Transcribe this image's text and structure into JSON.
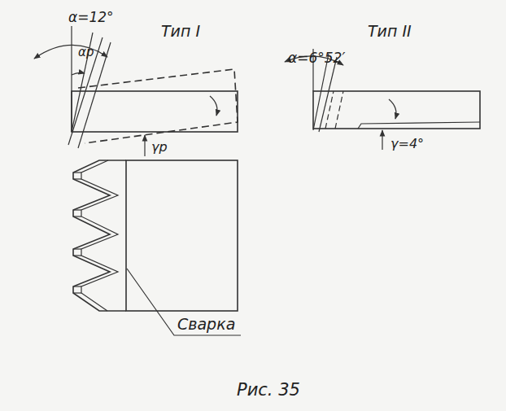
{
  "diagram": {
    "caption": "Рис. 35",
    "labels": [
      "α=12°",
      "αр",
      "Тип I",
      "γр",
      "α=6°52′",
      "Тип II",
      "γ=4°",
      "Сварка"
    ]
  }
}
